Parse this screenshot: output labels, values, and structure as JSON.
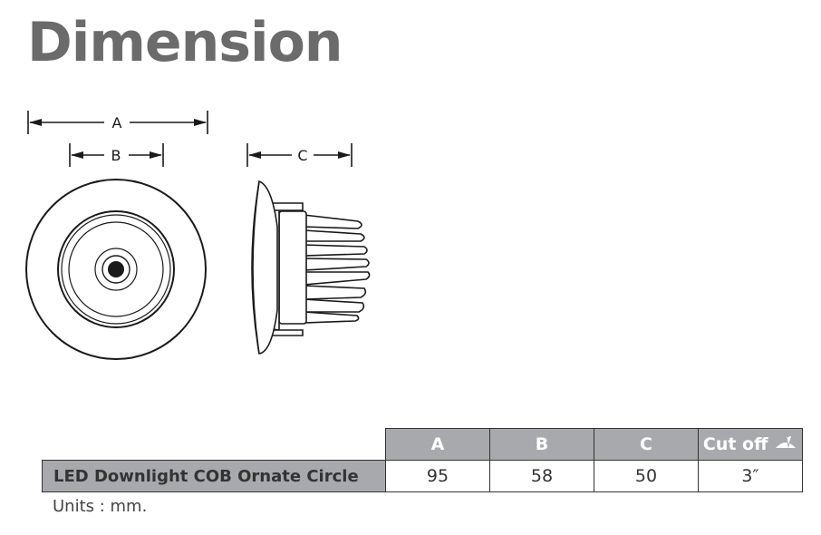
{
  "title": "Dimension",
  "diagram": {
    "front_view": {
      "labels": {
        "a": "A",
        "b": "B"
      }
    },
    "side_view": {
      "labels": {
        "c": "C"
      }
    }
  },
  "table": {
    "headers": [
      "A",
      "B",
      "C",
      "Cut off"
    ],
    "cutoff_icon": "cutout-saw-icon",
    "row": {
      "label": "LED Downlight COB Ornate Circle",
      "values": [
        "95",
        "58",
        "50",
        "3″"
      ]
    }
  },
  "units": "Units : mm.",
  "colors": {
    "title": "#6b6b6b",
    "header_bg": "#a7a9ac",
    "header_text": "#ffffff",
    "line": "#1a1a1a"
  }
}
